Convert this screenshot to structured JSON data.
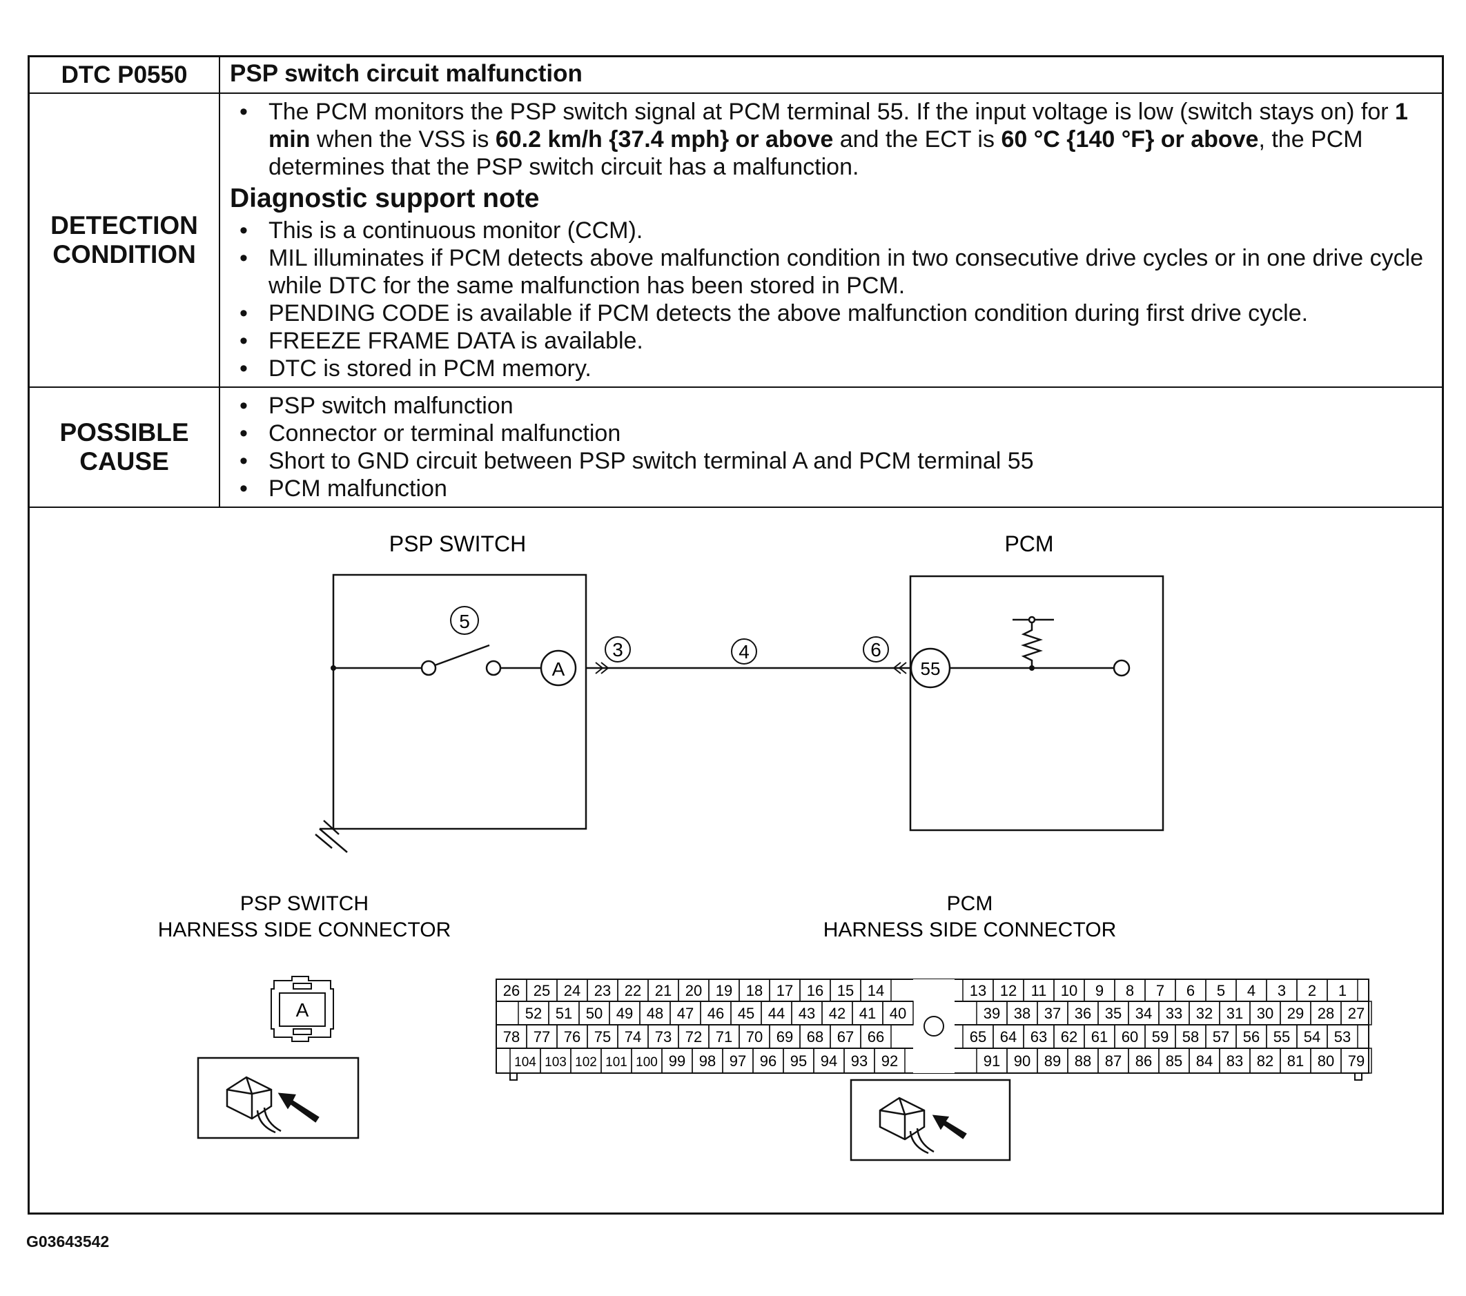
{
  "header": {
    "code": "DTC P0550",
    "title": "PSP switch circuit malfunction"
  },
  "detection": {
    "label_line1": "DETECTION",
    "label_line2": "CONDITION",
    "desc_parts": [
      "The PCM monitors the PSP switch signal at PCM terminal 55. If the input voltage is low (switch stays on) for ",
      "1 min",
      " when the VSS is ",
      "60.2 km/h {37.4 mph} or above",
      " and the ECT is ",
      "60 °C {140 °F} or above",
      ", the PCM determines that the PSP switch circuit has a malfunction."
    ],
    "support_heading": "Diagnostic support note",
    "notes": [
      "This is a continuous monitor (CCM).",
      "MIL illuminates if PCM detects above malfunction condition in two consecutive drive cycles or in one drive cycle while DTC for the same malfunction has been stored in PCM.",
      "PENDING CODE is available if PCM detects the above malfunction condition during first drive cycle.",
      "FREEZE FRAME DATA is available.",
      "DTC is stored in PCM memory."
    ]
  },
  "cause": {
    "label_line1": "POSSIBLE",
    "label_line2": "CAUSE",
    "items": [
      "PSP switch malfunction",
      "Connector or terminal malfunction",
      "Short to GND circuit between PSP switch terminal A and PCM terminal 55",
      "PCM malfunction"
    ]
  },
  "diagram": {
    "psp_title": "PSP SWITCH",
    "pcm_title": "PCM",
    "terminal_a": "A",
    "terminal_55": "55",
    "callout_5": "5",
    "callout_3": "3",
    "callout_4": "4",
    "callout_6": "6",
    "psp_conn_line1": "PSP SWITCH",
    "psp_conn_line2": "HARNESS SIDE CONNECTOR",
    "pcm_conn_line1": "PCM",
    "pcm_conn_line2": "HARNESS SIDE CONNECTOR",
    "psp_conn_terminal": "A",
    "pcm_rows": {
      "row1_left": [
        "26",
        "25",
        "24",
        "23",
        "22",
        "21",
        "20",
        "19",
        "18",
        "17",
        "16",
        "15",
        "14"
      ],
      "row1_right": [
        "13",
        "12",
        "11",
        "10",
        "9",
        "8",
        "7",
        "6",
        "5",
        "4",
        "3",
        "2",
        "1"
      ],
      "row2_left": [
        "52",
        "51",
        "50",
        "49",
        "48",
        "47",
        "46",
        "45",
        "44",
        "43",
        "42",
        "41",
        "40"
      ],
      "row2_right": [
        "39",
        "38",
        "37",
        "36",
        "35",
        "34",
        "33",
        "32",
        "31",
        "30",
        "29",
        "28",
        "27"
      ],
      "row3_left": [
        "78",
        "77",
        "76",
        "75",
        "74",
        "73",
        "72",
        "71",
        "70",
        "69",
        "68",
        "67",
        "66"
      ],
      "row3_right": [
        "65",
        "64",
        "63",
        "62",
        "61",
        "60",
        "59",
        "58",
        "57",
        "56",
        "55",
        "54",
        "53"
      ],
      "row4_left": [
        "104",
        "103",
        "102",
        "101",
        "100",
        "99",
        "98",
        "97",
        "96",
        "95",
        "94",
        "93",
        "92"
      ],
      "row4_right": [
        "91",
        "90",
        "89",
        "88",
        "87",
        "86",
        "85",
        "84",
        "83",
        "82",
        "81",
        "80",
        "79"
      ]
    }
  },
  "footer": {
    "id": "G03643542"
  }
}
